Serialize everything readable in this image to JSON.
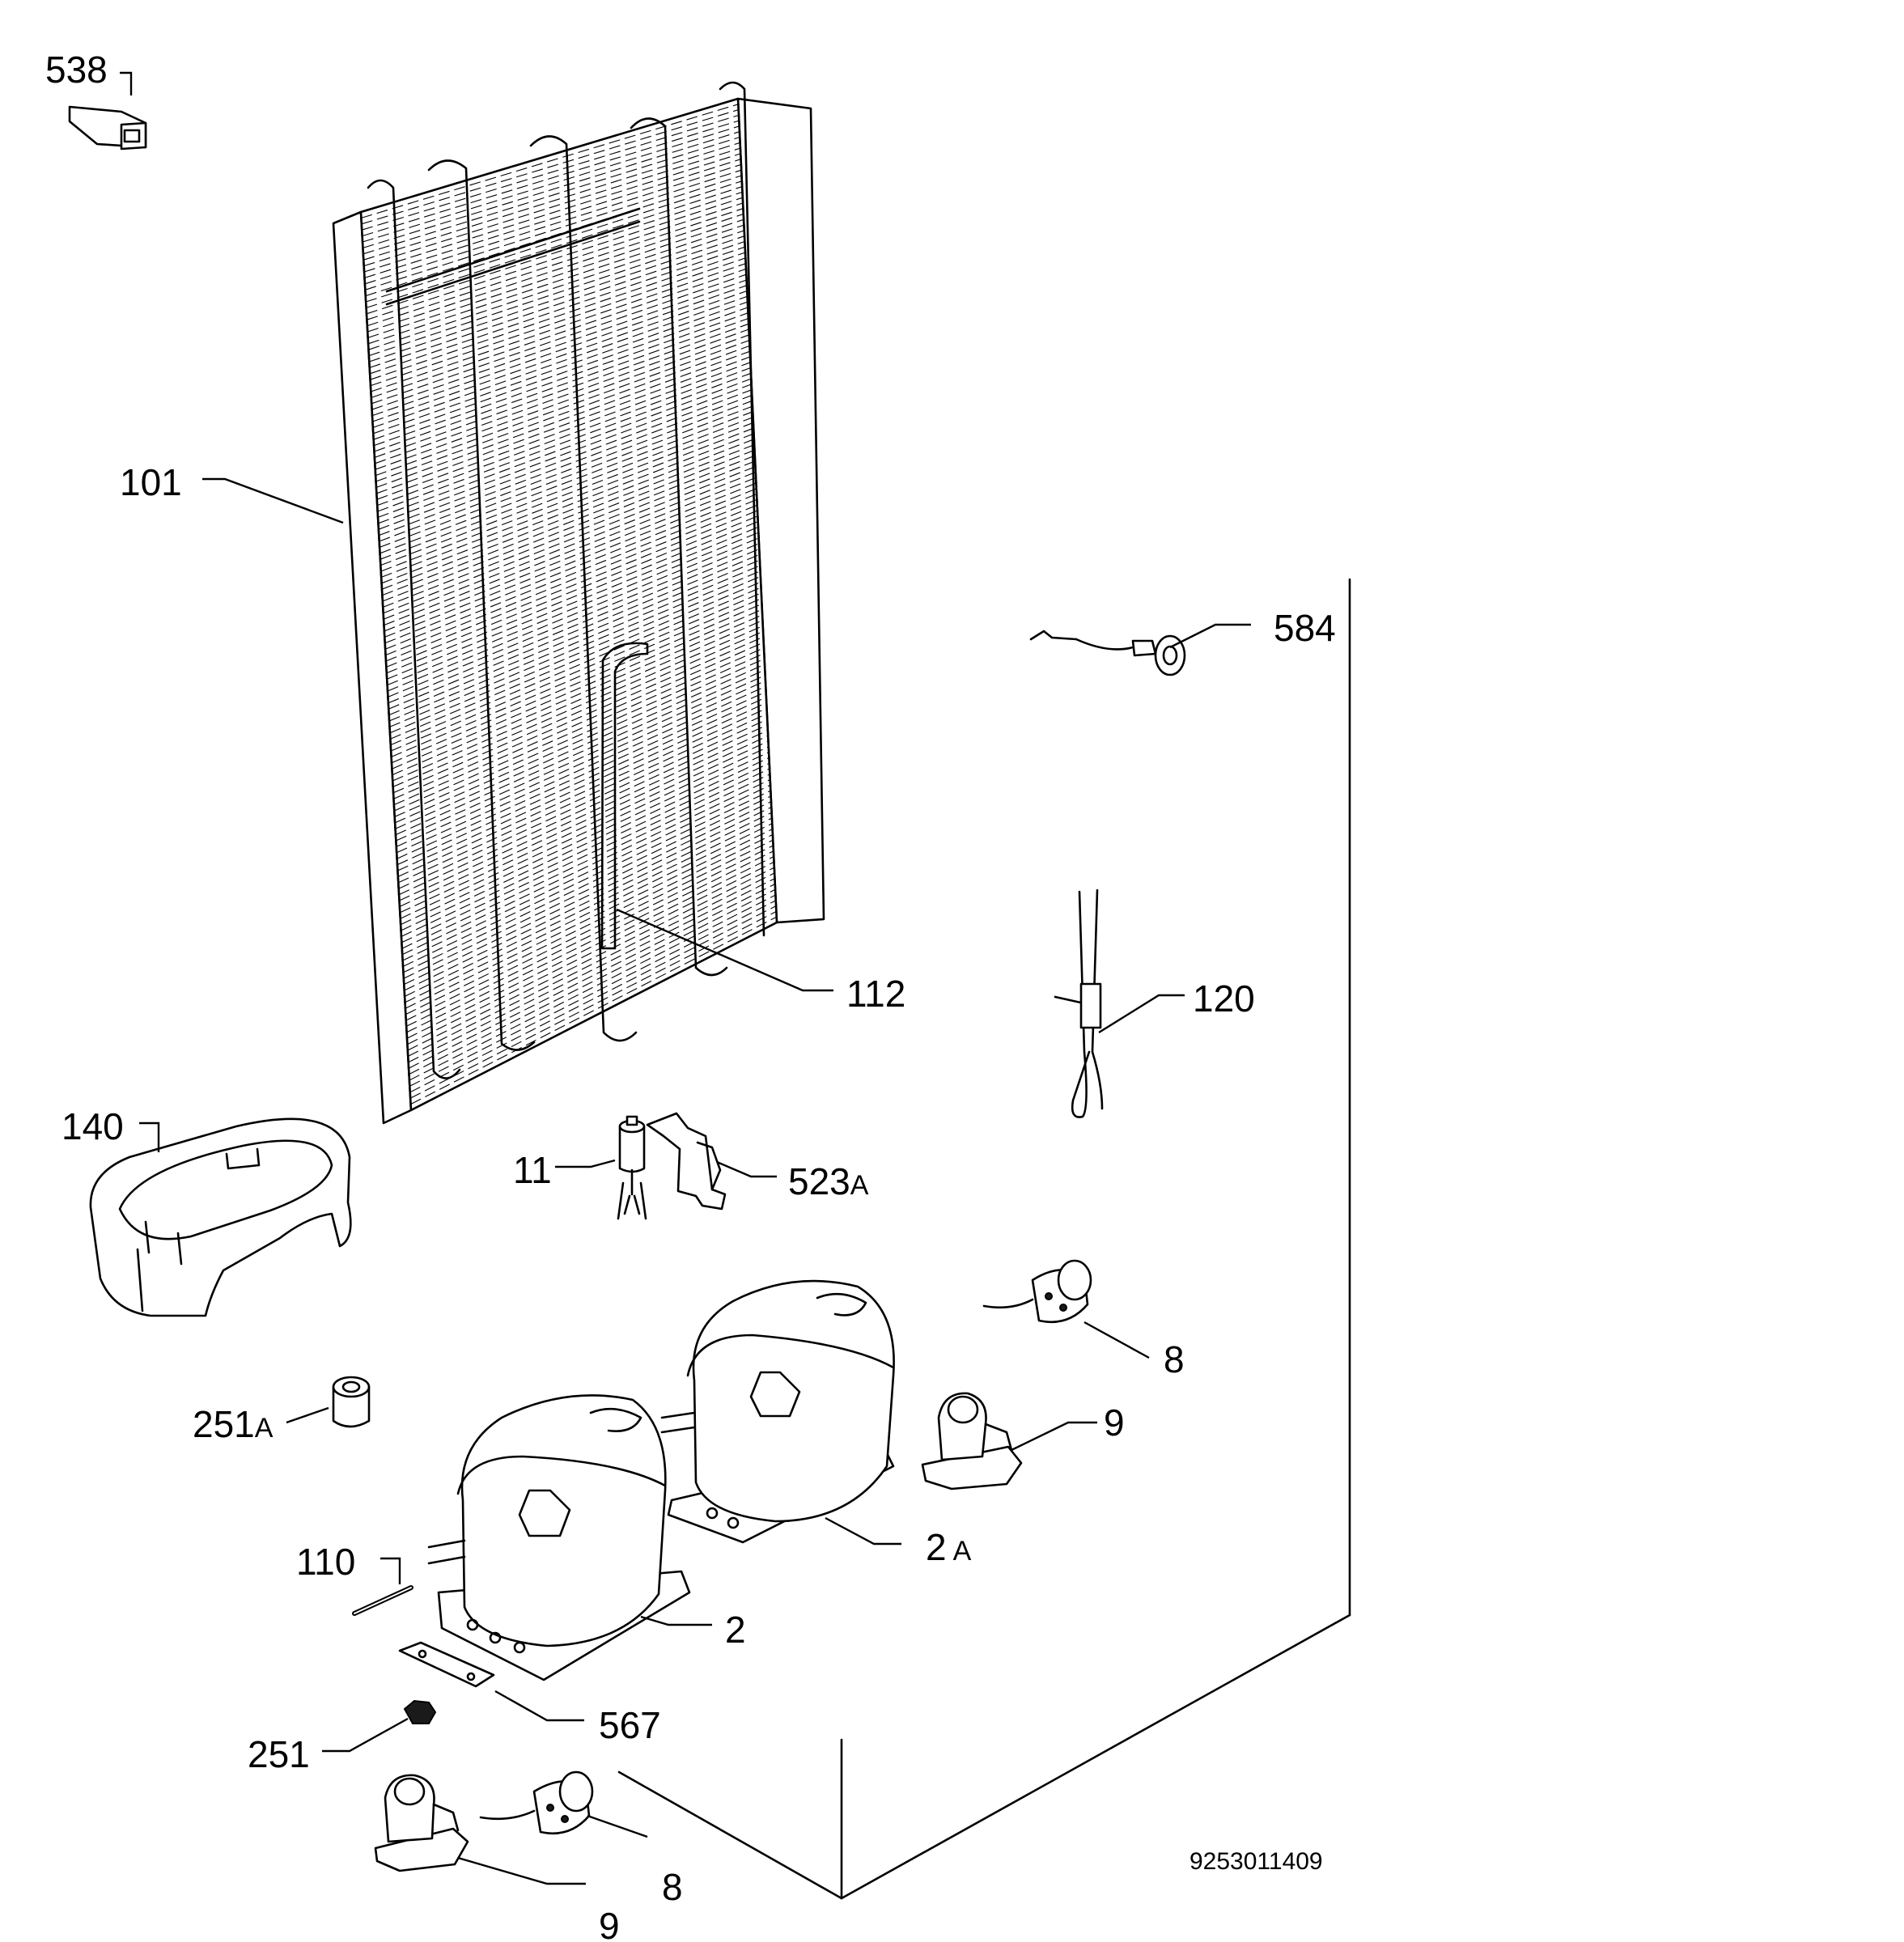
{
  "diagram": {
    "drawing_number": "9253011409",
    "callouts": [
      {
        "id": "538",
        "text": "538"
      },
      {
        "id": "101",
        "text": "101"
      },
      {
        "id": "584",
        "text": "584"
      },
      {
        "id": "112",
        "text": "112"
      },
      {
        "id": "120",
        "text": "120"
      },
      {
        "id": "140",
        "text": "140"
      },
      {
        "id": "11",
        "text": "11"
      },
      {
        "id": "523A",
        "text": "523",
        "suffix": "A"
      },
      {
        "id": "8a",
        "text": "8"
      },
      {
        "id": "9a",
        "text": "9"
      },
      {
        "id": "251A",
        "text": "251",
        "suffix": "A"
      },
      {
        "id": "2A",
        "text": "2",
        "suffix": "A"
      },
      {
        "id": "110",
        "text": "110"
      },
      {
        "id": "2",
        "text": "2"
      },
      {
        "id": "567",
        "text": "567"
      },
      {
        "id": "251",
        "text": "251"
      },
      {
        "id": "8b",
        "text": "8"
      },
      {
        "id": "9b",
        "text": "9"
      }
    ]
  }
}
